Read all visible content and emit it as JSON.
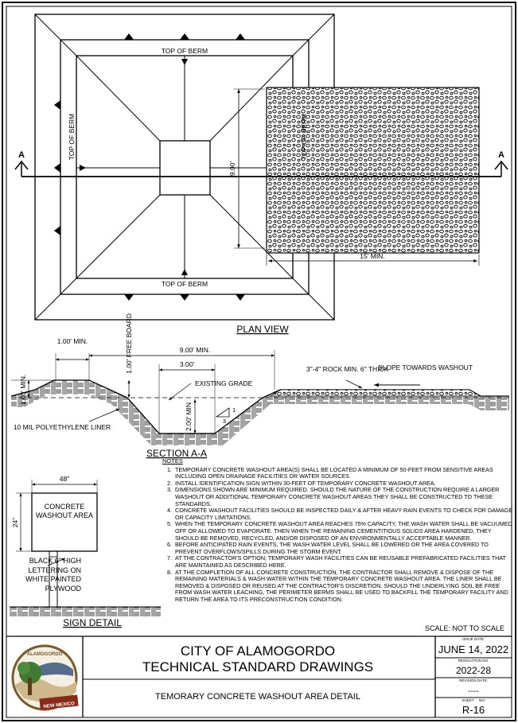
{
  "plan": {
    "title": "PLAN VIEW",
    "top_of_berm": [
      "TOP OF BERM",
      "TOP OF BERM",
      "TOP OF BERM",
      "TOP OF BERM"
    ],
    "dim_height": "9.00'",
    "dim_rock": "15' MIN.",
    "section_marker": "A"
  },
  "section": {
    "title": "SECTION A-A",
    "dim_top": "1.00' MIN.",
    "freeboard": "1.00' FREE BOARD",
    "dim_width": "9.00' MIN.",
    "dim_bottom": "3.00'",
    "dim_depth": "2.00' MIN",
    "dim_left": "1.00' MIN.",
    "existing_grade": "EXISTING GRADE",
    "liner": "10 MIL POLYETHYLENE LINER",
    "rock": "3\"-4\" ROCK MIN. 6\" THICK",
    "slope": "SLOPE TOWARDS WASHOUT",
    "ratio_v": "1",
    "ratio_h": "3"
  },
  "sign": {
    "title": "SIGN DETAIL",
    "width": "48\"",
    "height": "24\"",
    "text": "CONCRETE WASHOUT AREA",
    "note": "BLACK 6\" HIGH LETTERING ON WHITE PAINTED PLYWOOD"
  },
  "notes": {
    "header": "NOTES",
    "items": [
      "TEMPORARY CONCRETE WASHOUT AREA(S) SHALL BE LOCATED A MINIMUM OF 50-FEET FROM SENSITIVE AREAS INCLUDING OPEN DRAINAGE FACILITIES OR WATER SOURCES.",
      "INSTALL IDENTIFICATION SIGN WITHIN 30-FEET OF TEMPORARY CONCRETE WASHOUT AREA.",
      "DIMENSIONS SHOWN ARE MINIMUM REQUIRED. SHOULD THE NATURE OF THE CONSTRUCTION REQUIRE A LARGER WASHOUT OR ADDITIONAL TEMPORARY CONCRETE WASHOUT AREAS THEY SHALL BE CONSTRUCTED TO THESE STANDARDS.",
      "CONCRETE WASHOUT FACILITIES SHOULD BE INSPECTED DAILY & AFTER HEAVY RAIN EVENTS TO CHECK FOR DAMAGE OR CAPACITY LIMITATIONS.",
      "WHEN THE TEMPORARY CONCRETE WASHOUT AREA REACHES 75% CAPACITY, THE WASH WATER SHALL BE VACUUMED OFF OR ALLOWED TO EVAPORATE. THEN WHEN THE REMAINING CEMENTITIOUS SOLIDS AREA HARDENED, THEY SHOULD BE REMOVED, RECYCLED, AND/OR DISPOSED OF AN ENVIRONMENTALLY ACCEPTABLE MANNER.",
      "BEFORE ANTICIPATED RAIN EVENTS, THE WASH WATER LEVEL SHALL BE LOWERED OR THE AREA COVERED TO PREVENT OVERFLOWS/SPILLS DURING THE STORM EVENT.",
      "AT THE CONTRACTOR'S OPTION; TEMPORARY WASH FACILITIES CAN BE REUSABLE PREFABRICATED FACILITIES THAT ARE MAINTAINED AS DESCRIBED HERE.",
      "AT THE COMPLETION OF ALL CONCRETE CONSTRUCTION, THE CONTRACTOR SHALL REMOVE & DISPOSE OF THE REMAINING MATERIALS & WASH WATER WITHIN THE TEMPORARY CONCRETE WASHOUT AREA. THE LINER SHALL BE REMOVED & DISPOSED OR REUSED AT THE CONTRACTOR'S DISCRETION. SHOULD THE UNDERLYING SOIL BE FREE FROM WASH WATER LEACHING, THE PERIMETER BERMS SHALL BE USED TO BACKFILL THE TEMPORARY FACILITY AND RETURN THE AREA TO ITS PRECONSTRUCTION CONDITION."
    ]
  },
  "scale": "SCALE: NOT TO SCALE",
  "titleblock": {
    "city": "CITY OF ALAMOGORDO",
    "subtitle": "TECHNICAL STANDARD DRAWINGS",
    "drawing_title": "TEMORARY CONCRETE WASHOUT AREA DETAIL",
    "logo_top": "ALAMOGORDO",
    "logo_bottom": "NEW MEXICO",
    "issue_label": "ISSUE DATE:",
    "issue_date": "JUNE 14, 2022",
    "resolution_label": "RESOLUTION NO:",
    "resolution": "2022-28",
    "revision_label": "REVISION DATE:",
    "revision": "----",
    "sheet_label": "SHEET",
    "no_label": "NO:",
    "sheet": "R-16"
  }
}
